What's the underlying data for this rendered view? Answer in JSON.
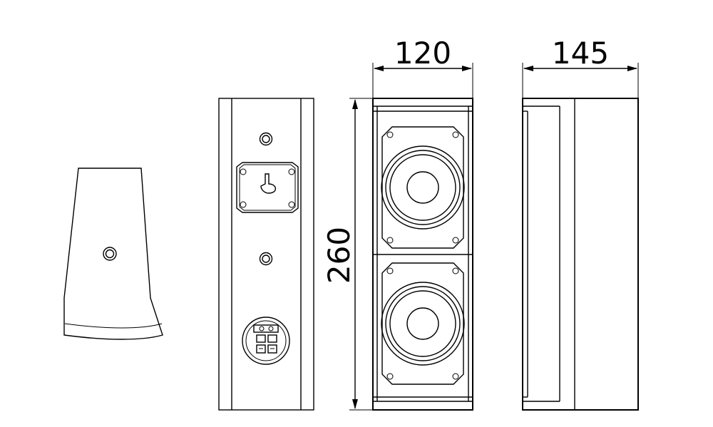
{
  "dimensions": {
    "width": "120",
    "depth": "145",
    "height": "260"
  },
  "colors": {
    "line": "#000000",
    "background": "#ffffff"
  }
}
